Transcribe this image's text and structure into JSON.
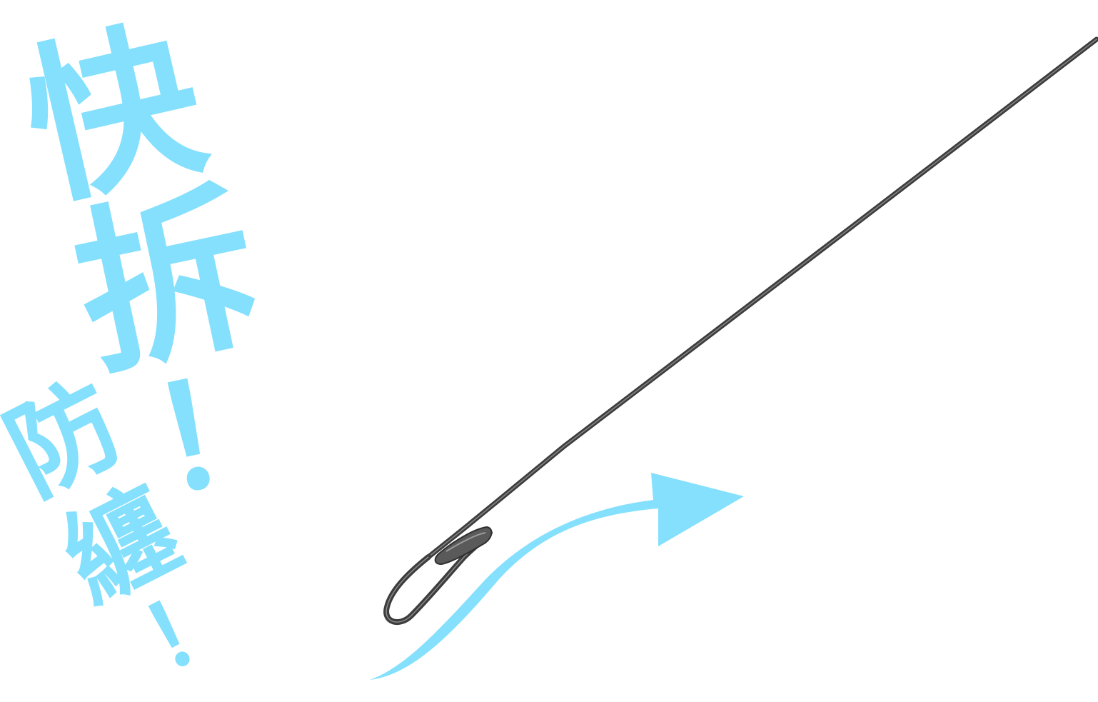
{
  "headline": {
    "line1": [
      "快",
      "拆",
      "！"
    ],
    "line2": [
      "防",
      "纏",
      "！"
    ]
  },
  "colors": {
    "accent": "#84E0FC",
    "wire": "#4a4a4a",
    "wire_highlight": "#9a9a9a",
    "background": "#ffffff"
  },
  "illustration": {
    "subject": "wire-snap-clip",
    "direction": "arrow-right"
  }
}
